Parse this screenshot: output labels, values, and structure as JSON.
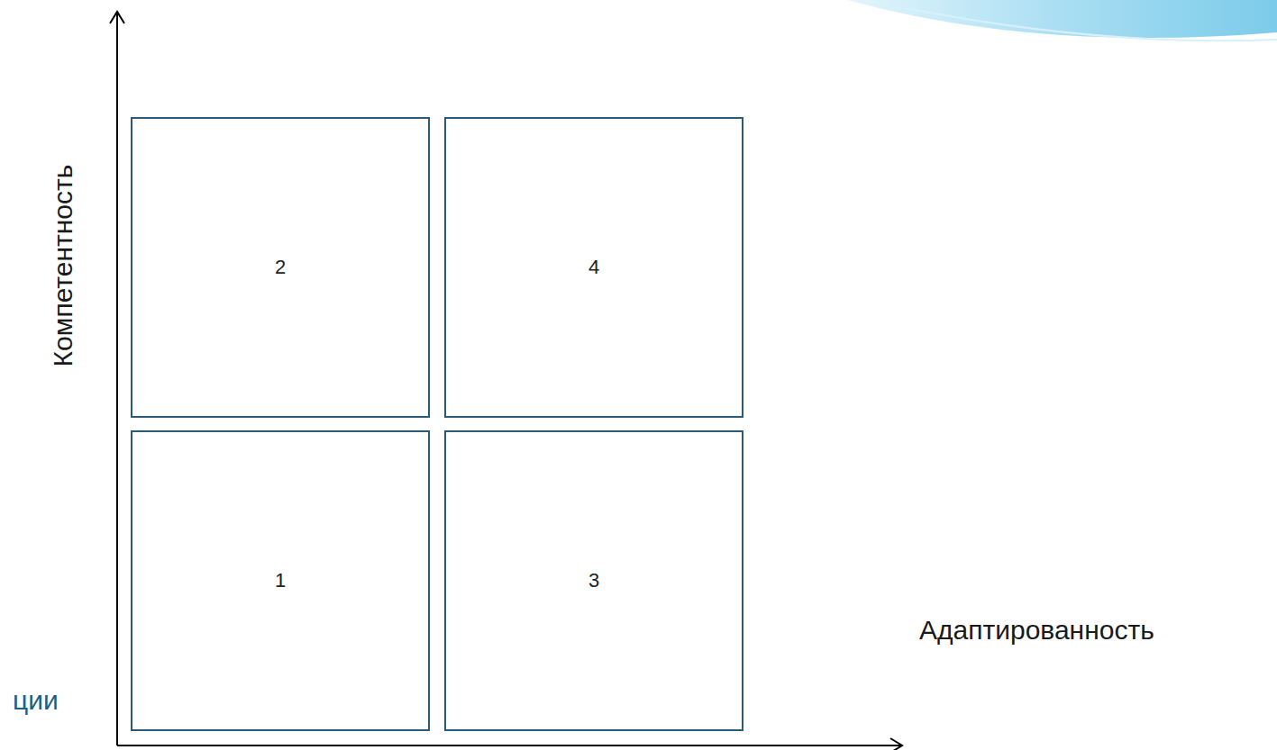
{
  "diagram": {
    "nodes": [
      {
        "text": [
          "2"
        ]
      },
      {
        "text": [
          "4"
        ]
      },
      {
        "text": [
          "1"
        ]
      },
      {
        "text": [
          "3"
        ]
      }
    ],
    "labels": [
      "Компетентность",
      "Адаптированность",
      "ции"
    ]
  }
}
